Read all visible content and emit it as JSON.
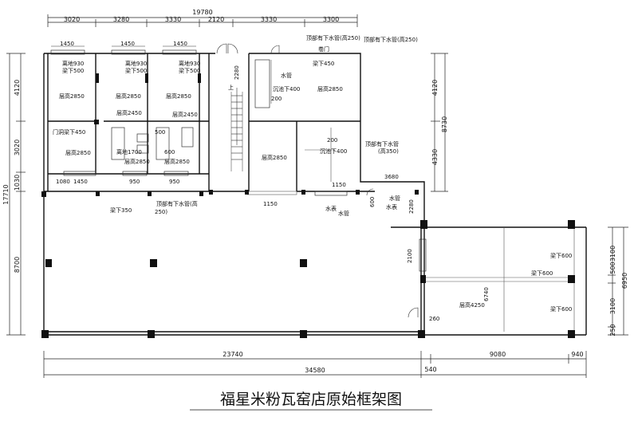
{
  "title": "福星米粉瓦窑店原始框架图",
  "dimensions": {
    "top_total": "19780",
    "top_segments": [
      "3020",
      "3280",
      "3330",
      "2120",
      "3330",
      "3300"
    ],
    "left_total": "17710",
    "left_segments": [
      "4120",
      "3020",
      "1030",
      "8700"
    ],
    "right_segments": [
      "4120",
      "8730",
      "4330"
    ],
    "far_right": [
      "3100",
      "500",
      "6950",
      "3100",
      "250"
    ],
    "bottom_segments": [
      "23740",
      "540",
      "9080",
      "940"
    ],
    "bottom_total": "34580",
    "window_widths": [
      "1450",
      "1450",
      "1450"
    ],
    "misc": [
      "1080",
      "1450",
      "950",
      "950",
      "1150",
      "1150",
      "3680",
      "2280",
      "600",
      "2280",
      "2100",
      "6740",
      "260",
      "500",
      "600",
      "200",
      "200"
    ]
  },
  "labels": {
    "room1": [
      "离地930",
      "梁下500",
      "层高2850",
      "门洞梁下450",
      "层高2850"
    ],
    "room2": [
      "离地930",
      "梁下500",
      "层高2850",
      "层高2450",
      "离地1700",
      "层高2850"
    ],
    "room3": [
      "离地930",
      "梁下500",
      "层高2850",
      "层高2450",
      "层高2850"
    ],
    "stair": [
      "上"
    ],
    "right_top": [
      "顶部有下水管(高250)",
      "卷门",
      "梁下450",
      "顶部有下水管(高250)",
      "水管",
      "沉池下400",
      "层高2850"
    ],
    "right_mid": [
      "顶部有下水管",
      "(高350)",
      "沉池下400",
      "层高2850"
    ],
    "bottom_left": [
      "梁下350",
      "顶部有下水管(高",
      "250)"
    ],
    "bottom_mid": [
      "水表",
      "水管",
      "水管",
      "水表"
    ],
    "annex": [
      "梁下600",
      "梁下600",
      "梁下600",
      "层高4250"
    ]
  }
}
